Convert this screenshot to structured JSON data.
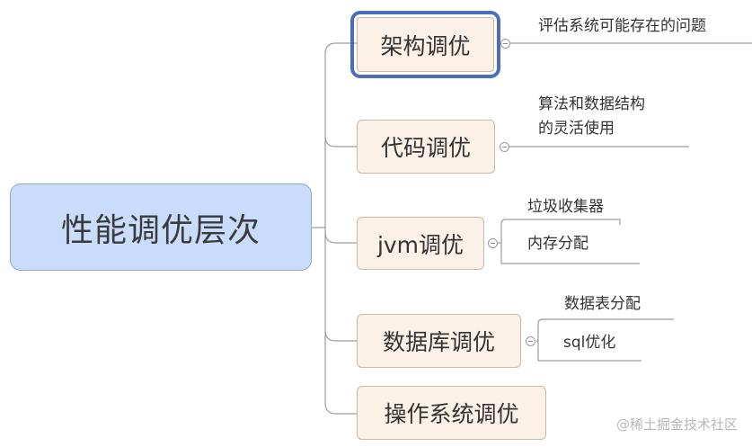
{
  "root": {
    "label": "性能调优层次"
  },
  "branches": [
    {
      "label": "架构调优",
      "leaves": [
        "评估系统可能存在的问题"
      ]
    },
    {
      "label": "代码调优",
      "leaves": [
        "算法和数据结构\n的灵活使用"
      ]
    },
    {
      "label": "jvm调优",
      "leaves": [
        "垃圾收集器",
        "内存分配"
      ]
    },
    {
      "label": "数据库调优",
      "leaves": [
        "数据表分配",
        "sql优化"
      ]
    },
    {
      "label": "操作系统调优",
      "leaves": []
    }
  ],
  "watermark": "@稀土掘金技术社区",
  "colors": {
    "root_fill": "#c9dcfb",
    "branch_fill": "#fcf1e6",
    "selection": "#4a6fb8",
    "line": "#9d9d9d"
  }
}
